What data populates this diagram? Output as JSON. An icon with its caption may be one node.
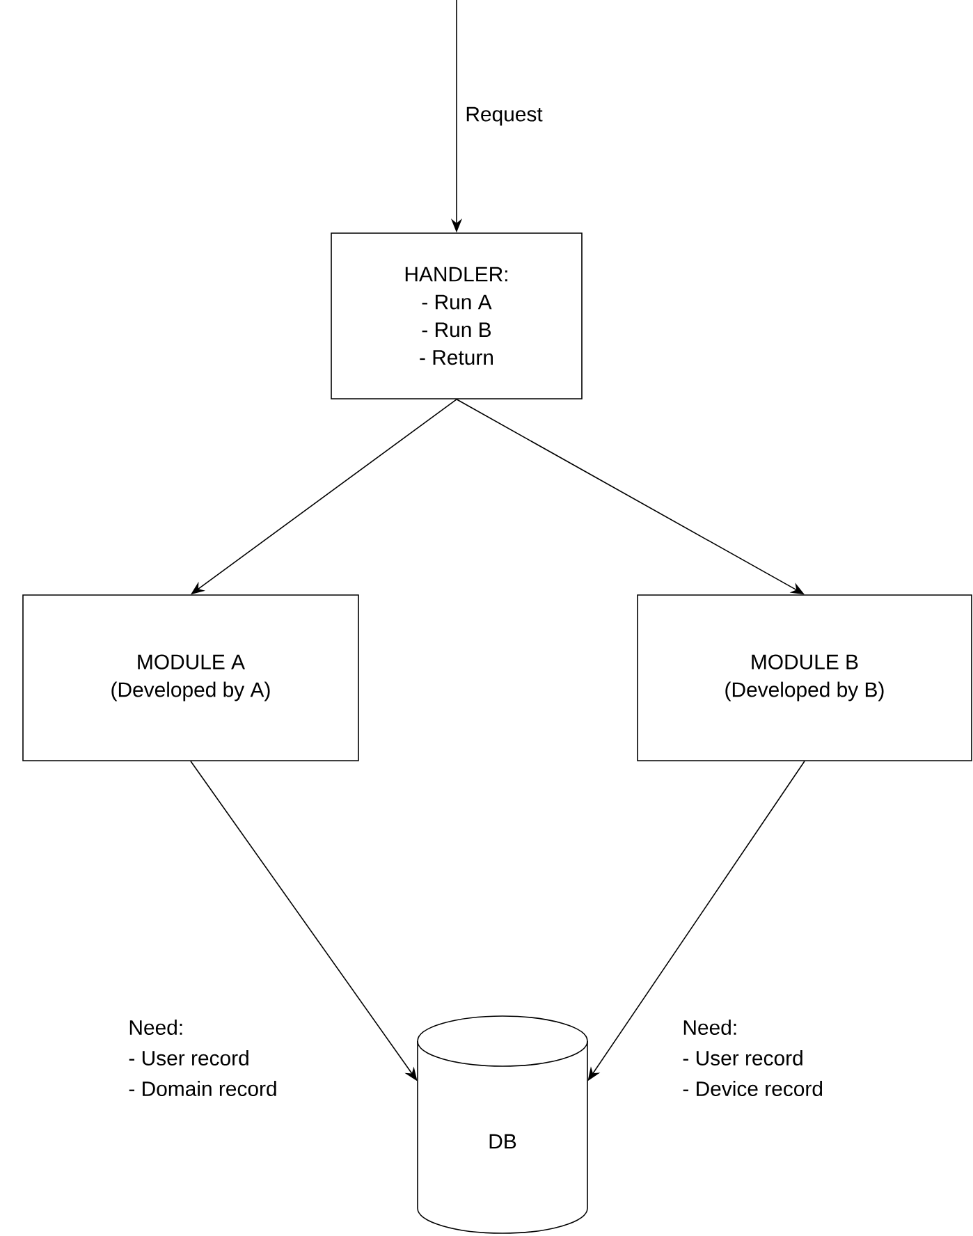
{
  "diagram": {
    "nodes": [
      {
        "text": [
          "HANDLER:",
          "- Run A",
          "- Run B",
          "- Return"
        ]
      },
      {
        "text": [
          "MODULE A",
          "(Developed by A)"
        ]
      },
      {
        "text": [
          "MODULE B",
          "(Developed by B)"
        ]
      },
      {
        "text": [
          "DB"
        ]
      }
    ],
    "edges": [
      {
        "from": null,
        "to": 0,
        "arrow": "to",
        "label": "Request"
      },
      {
        "from": 0,
        "to": 1,
        "arrow": "to"
      },
      {
        "from": 0,
        "to": 2,
        "arrow": "to"
      },
      {
        "from": 1,
        "to": 3,
        "arrow": "to"
      },
      {
        "from": 2,
        "to": 3,
        "arrow": "to"
      }
    ],
    "labels": [
      "Need:",
      "- User record",
      "- Domain record",
      "Need:",
      "- User record",
      "- Device record"
    ]
  }
}
